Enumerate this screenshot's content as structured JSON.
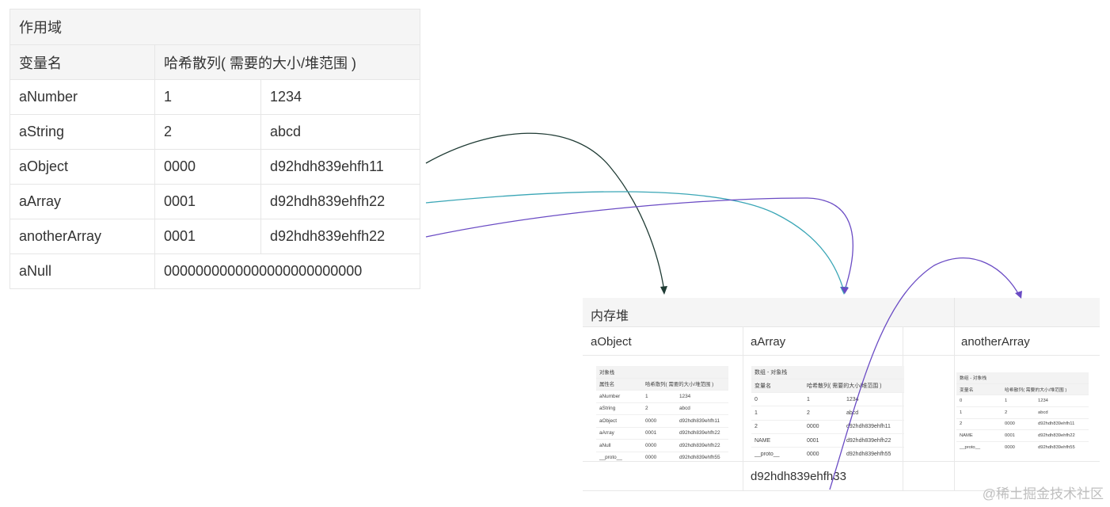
{
  "scope_table": {
    "title": "作用域",
    "header": {
      "name": "变量名",
      "hash": "哈希散列( 需要的大小/堆范围 )"
    },
    "rows": [
      {
        "name": "aNumber",
        "hash": "1",
        "value": "1234"
      },
      {
        "name": "aString",
        "hash": "2",
        "value": "abcd"
      },
      {
        "name": "aObject",
        "hash": "0000",
        "value": "d92hdh839ehfh11"
      },
      {
        "name": "aArray",
        "hash": "0001",
        "value": "d92hdh839ehfh22"
      },
      {
        "name": "anotherArray",
        "hash": "0001",
        "value": "d92hdh839ehfh22"
      }
    ],
    "null_row": {
      "name": "aNull",
      "value": "0000000000000000000000000"
    }
  },
  "heap_table": {
    "title": "内存堆",
    "columns": [
      "aObject",
      "aArray",
      "anotherArray"
    ],
    "bottom_address": "d92hdh839ehfh33"
  },
  "mini_object": {
    "title": "对象栈",
    "header": [
      "属性名",
      "哈希散列( 需要的大小/堆范围 )"
    ],
    "rows": [
      [
        "aNumber",
        "1",
        "1234"
      ],
      [
        "aString",
        "2",
        "abcd"
      ],
      [
        "aObject",
        "0000",
        "d92hdh839ehfh11"
      ],
      [
        "aArray",
        "0001",
        "d92hdh839ehfh22"
      ],
      [
        "aNull",
        "0000",
        "d92hdh839ehfh22"
      ],
      [
        "__proto__",
        "0000",
        "d92hdh839ehfh55"
      ]
    ]
  },
  "mini_array": {
    "title": "数组 - 对象栈",
    "header": [
      "变量名",
      "哈希散列( 需要的大小/堆范围 )"
    ],
    "rows": [
      [
        "0",
        "1",
        "1234"
      ],
      [
        "1",
        "2",
        "abcd"
      ],
      [
        "2",
        "0000",
        "d92hdh839ehfh11"
      ],
      [
        "NAME",
        "0001",
        "d92hdh839ehfh22"
      ],
      [
        "__proto__",
        "0000",
        "d92hdh839ehfh55"
      ]
    ]
  },
  "mini_another": {
    "title": "数组 - 对象栈",
    "header": [
      "变量名",
      "哈希散列( 需要的大小/堆范围 )"
    ],
    "rows": [
      [
        "0",
        "1",
        "1234"
      ],
      [
        "1",
        "2",
        "abcd"
      ],
      [
        "2",
        "0000",
        "d92hdh839ehfh11"
      ],
      [
        "NAME",
        "0001",
        "d92hdh839ehfh22"
      ],
      [
        "__proto__",
        "0000",
        "d92hdh839ehfh55"
      ]
    ]
  },
  "arrow_colors": {
    "object": "#1f3b34",
    "array": "#3aa6b6",
    "another": "#6a4bc4",
    "address": "#6a4bc4"
  },
  "watermark": "@稀土掘金技术社区"
}
